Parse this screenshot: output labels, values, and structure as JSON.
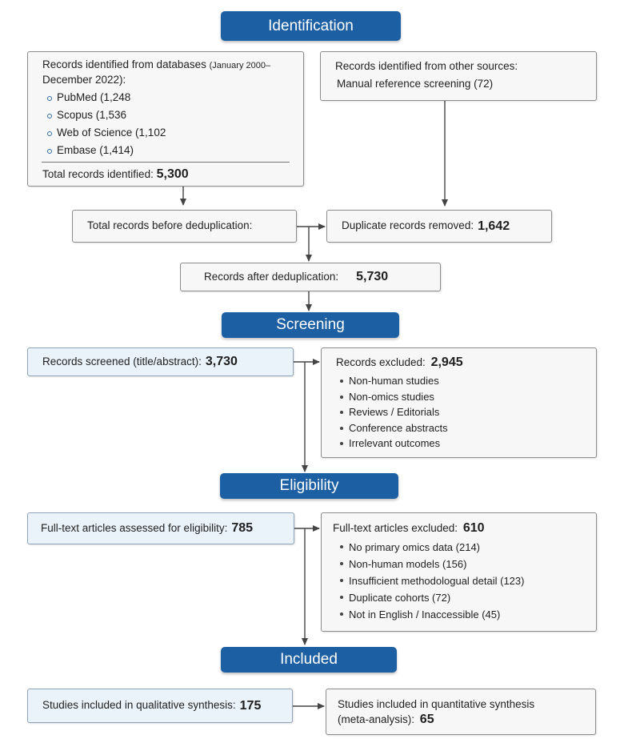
{
  "headers": {
    "identification": "Identification",
    "screening": "Screening",
    "eligibility": "Eligibility",
    "included": "Included"
  },
  "identification": {
    "databases_title": "Records identified from databases",
    "databases_range_a": "(January 2000–",
    "databases_range_b": "December 2022):",
    "databases": [
      {
        "label": "PubMed (1,248"
      },
      {
        "label": "Scopus (1,536"
      },
      {
        "label": "Web of Science (1,102"
      },
      {
        "label": "Embase (1,414)"
      }
    ],
    "total_label": "Total records identified:",
    "total_value": "5,300",
    "other_title": "Records identified from other sources:",
    "other_item": "Manual reference screening (72)"
  },
  "dedup": {
    "before_label": "Total records before deduplication:",
    "removed_label": "Duplicate records removed:",
    "removed_value": "1,642",
    "after_label": "Records after deduplication:",
    "after_value": "5,730"
  },
  "screening": {
    "screened_label": "Records screened (title/abstract):",
    "screened_value": "3,730",
    "excluded_label": "Records excluded:",
    "excluded_value": "2,945",
    "excluded_reasons": [
      "Non-human studies",
      "Non-omics studies",
      "Reviews / Editorials",
      "Conference abstracts",
      "Irrelevant outcomes"
    ]
  },
  "eligibility": {
    "assessed_label": "Full-text articles assessed for eligibility:",
    "assessed_value": "785",
    "excluded_label": "Full-text articles excluded:",
    "excluded_value": "610",
    "excluded_reasons": [
      "No primary omics data (214)",
      "Non-human models (156)",
      "Insufficient methodologual detail (123)",
      "Duplicate cohorts (72)",
      "Not in English / Inaccessible (45)"
    ]
  },
  "included": {
    "qualitative_label": "Studies included in qualitative synthesis:",
    "qualitative_value": "175",
    "quantitative_label_a": "Studies included in quantitative synthesis",
    "quantitative_label_b": "(meta-analysis):",
    "quantitative_value": "65"
  },
  "colors": {
    "header_bg": "#1d5fa3",
    "box_border": "#8c8c8c",
    "box_bg": "#f7f7f7",
    "blue_box_bg": "#eaf2fa",
    "arrow": "#444444"
  }
}
